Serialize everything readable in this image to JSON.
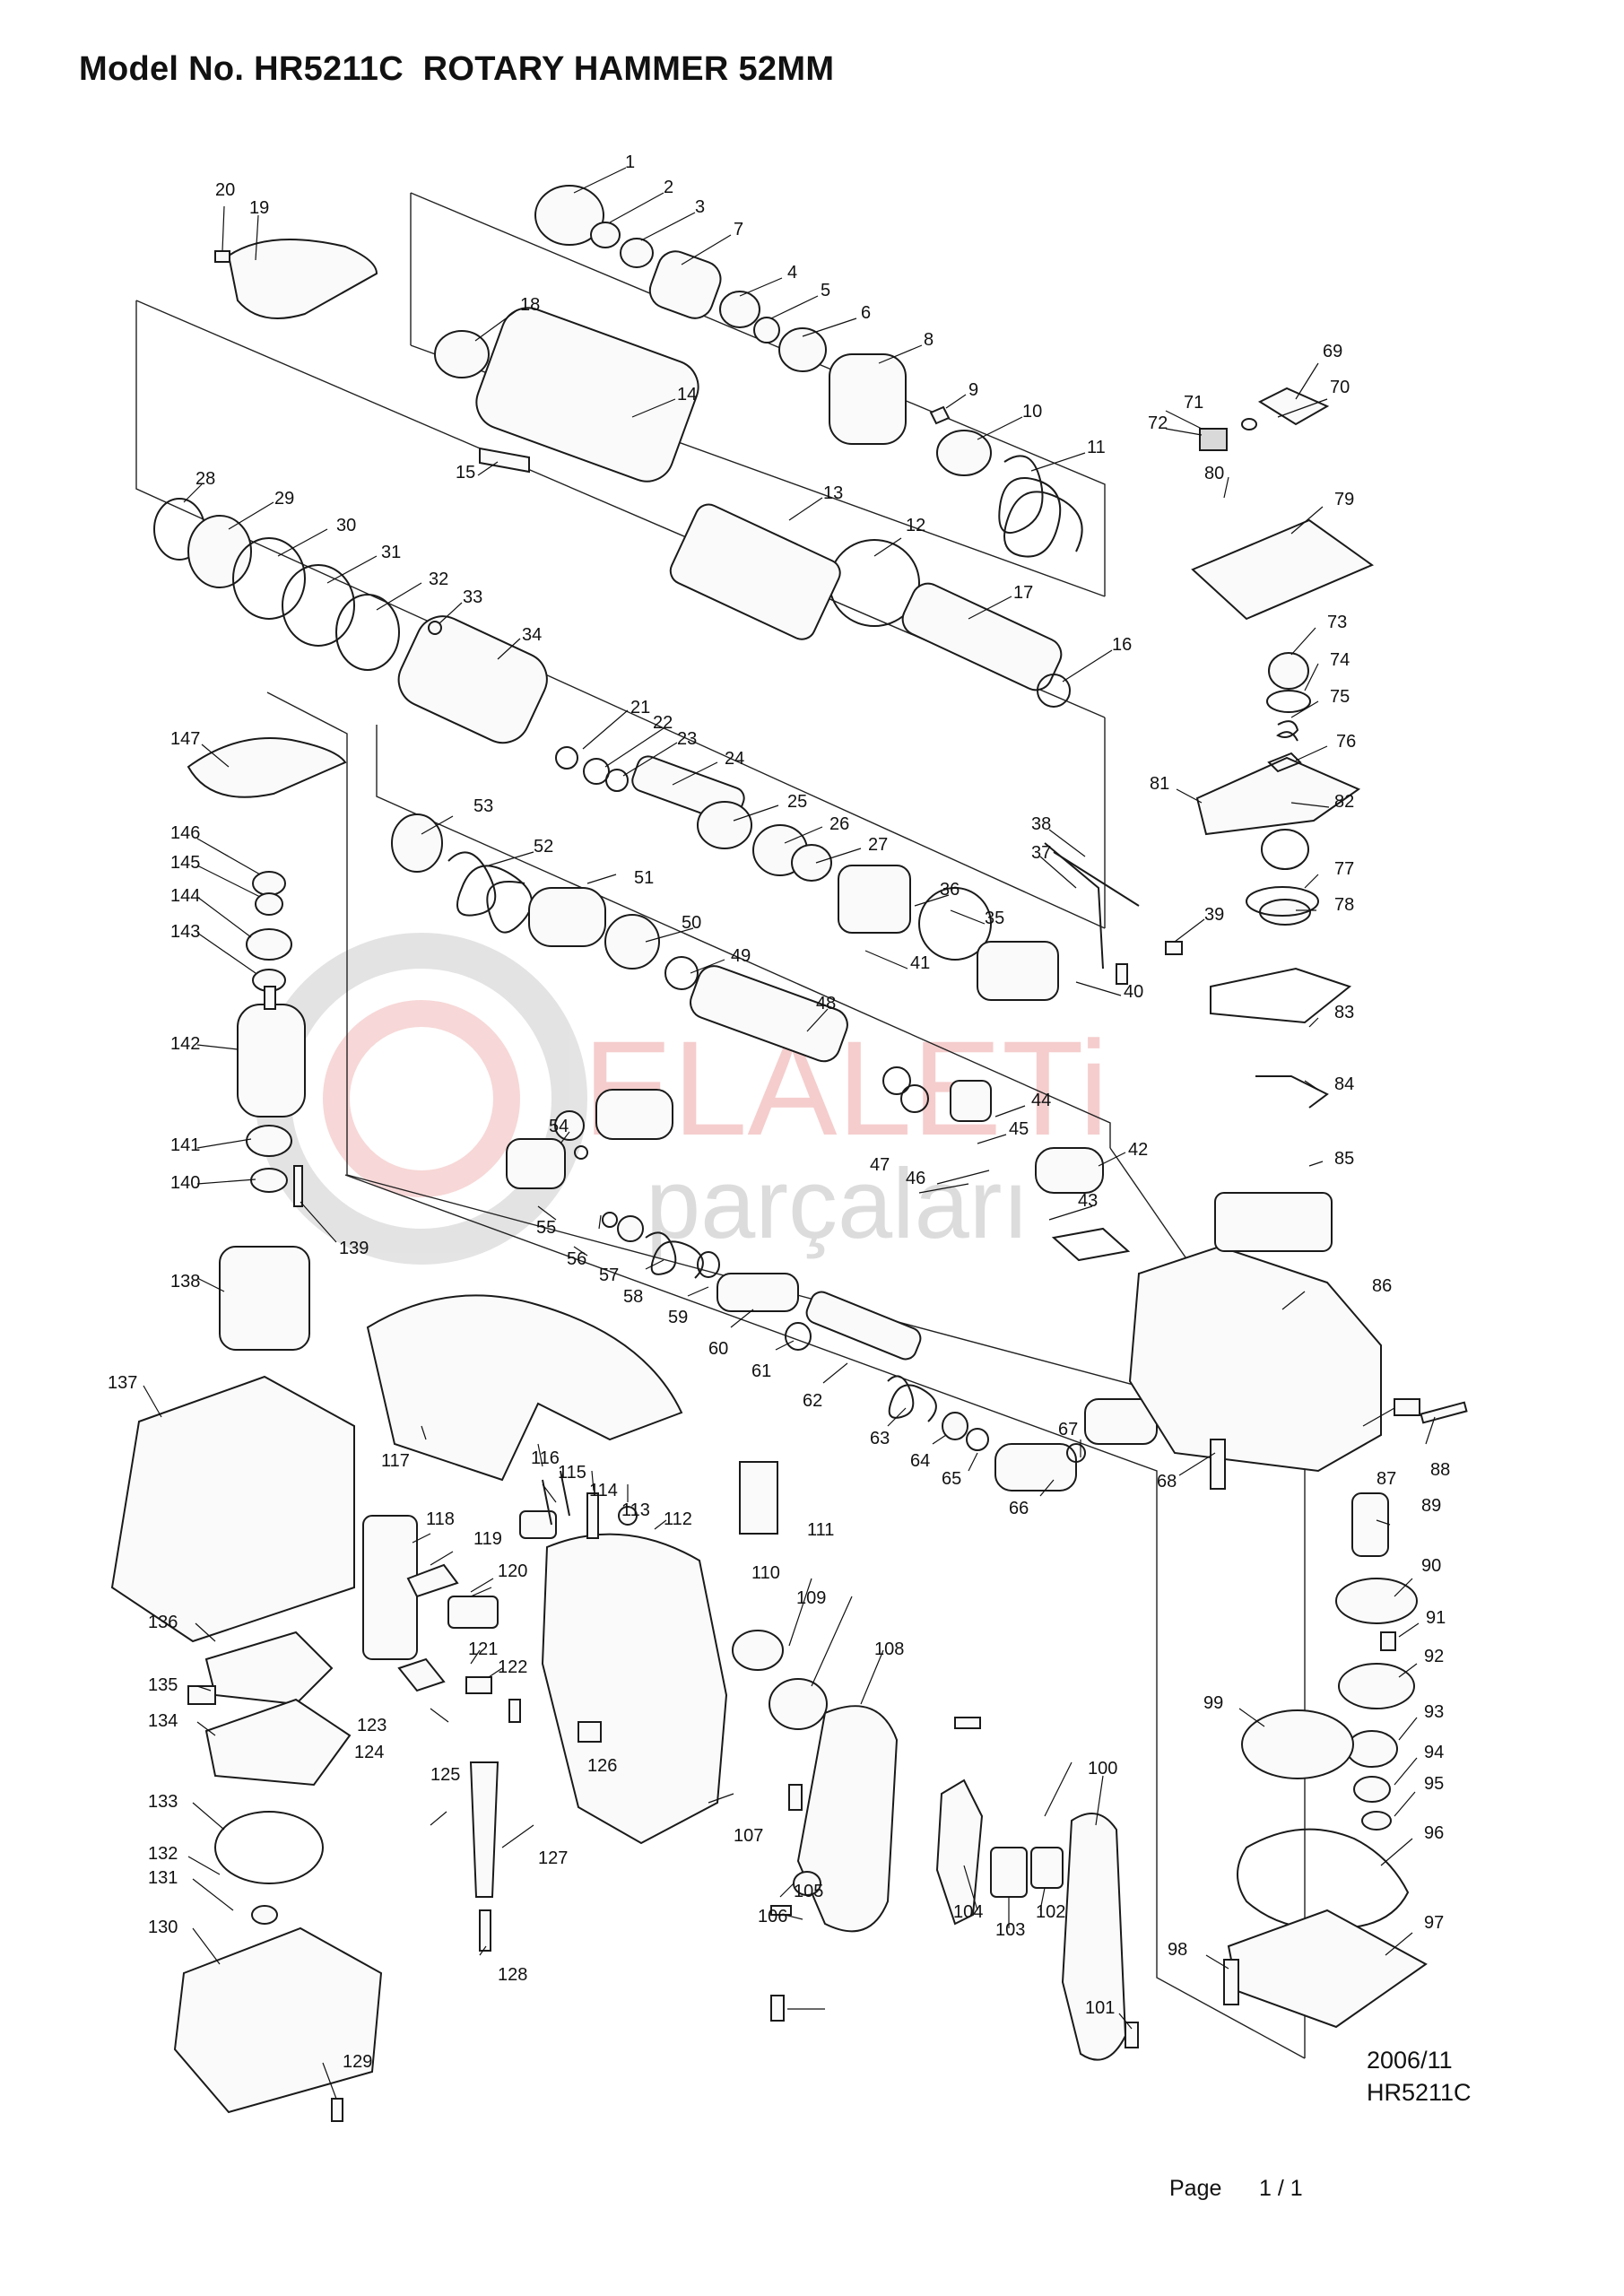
{
  "header": {
    "title": "Model No. HR5211C  ROTARY HAMMER 52MM"
  },
  "watermark": {
    "brand": "ELALETi",
    "tagline": "parçaları",
    "accent": "#e57373",
    "gray": "#9e9e9e"
  },
  "footer": {
    "date": "2006/11",
    "model": "HR5211C",
    "page_label": "Page",
    "page_value": "1 / 1"
  },
  "parts": [
    "1",
    "2",
    "3",
    "4",
    "5",
    "6",
    "7",
    "8",
    "9",
    "10",
    "11",
    "12",
    "13",
    "14",
    "15",
    "16",
    "17",
    "18",
    "19",
    "20",
    "21",
    "22",
    "23",
    "24",
    "25",
    "26",
    "27",
    "28",
    "29",
    "30",
    "31",
    "32",
    "33",
    "34",
    "35",
    "36",
    "37",
    "38",
    "39",
    "40",
    "41",
    "42",
    "43",
    "44",
    "45",
    "46",
    "47",
    "48",
    "49",
    "50",
    "51",
    "52",
    "53",
    "54",
    "55",
    "56",
    "57",
    "58",
    "59",
    "60",
    "61",
    "62",
    "63",
    "64",
    "65",
    "66",
    "67",
    "68",
    "69",
    "70",
    "71",
    "72",
    "73",
    "74",
    "75",
    "76",
    "77",
    "78",
    "79",
    "80",
    "81",
    "82",
    "83",
    "84",
    "85",
    "86",
    "87",
    "88",
    "89",
    "90",
    "91",
    "92",
    "93",
    "94",
    "95",
    "96",
    "97",
    "98",
    "99",
    "100",
    "101",
    "102",
    "103",
    "104",
    "105",
    "106",
    "107",
    "108",
    "109",
    "110",
    "111",
    "112",
    "113",
    "114",
    "115",
    "116",
    "117",
    "118",
    "119",
    "120",
    "121",
    "122",
    "123",
    "124",
    "125",
    "126",
    "127",
    "128",
    "129",
    "130",
    "131",
    "132",
    "133",
    "134",
    "135",
    "136",
    "137",
    "138",
    "139",
    "140",
    "141",
    "142",
    "143",
    "144",
    "145",
    "146",
    "147"
  ]
}
